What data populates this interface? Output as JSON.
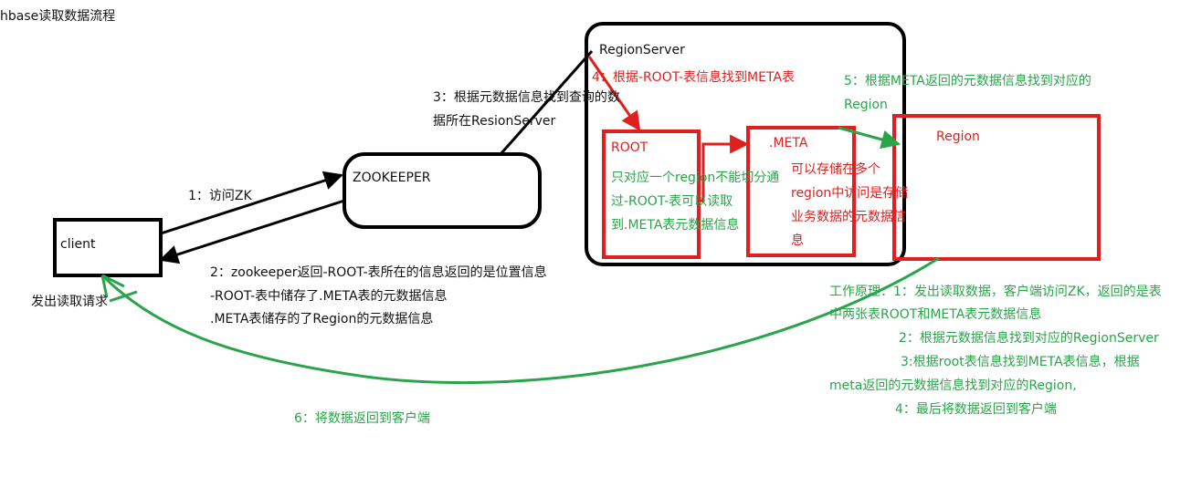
{
  "title": "hbase读取数据流程",
  "nodes": {
    "client": "client",
    "zookeeper": "ZOOKEEPER",
    "regionserver": "RegionServer",
    "root": "ROOT",
    "meta": ".META",
    "region": "Region"
  },
  "labels": {
    "client_request": "发出读取请求",
    "step1": "1：访问ZK",
    "step2_lines": [
      "2：zookeeper返回-ROOT-表所在的信息返回的是位置信息",
      "-ROOT-表中储存了.META表的元数据信息",
      ".META表储存的了Region的元数据信息"
    ],
    "step3_lines": [
      "3：根据元数据信息找到查询的数",
      "据所在ResionServer"
    ],
    "step4": "4：根据-ROOT-表信息找到META表",
    "step5_lines": [
      "5：根据META返回的元数据信息找到对应的",
      "Region"
    ],
    "root_desc_lines": [
      "只对应一个region不能切分通",
      "过-ROOT-表可以读取",
      "到.META表元数据信息"
    ],
    "meta_desc_lines": [
      "可以存储在多个",
      "region中访问是存储",
      "业务数据的元数据信",
      "息"
    ],
    "step6": "6：将数据返回到客户端",
    "principle_lines": [
      "工作原理：1：发出读取数据，客户端访问ZK，返回的是表",
      "中两张表ROOT和META表元数据信息",
      "2：根据元数据信息找到对应的RegionServer",
      "3:根据root表信息找到META表信息，根据",
      "meta返回的元数据信息找到对应的Region,",
      "4：最后将数据返回到客户端"
    ]
  },
  "colors": {
    "red": "#e02020",
    "green": "#2aa44a",
    "black": "#000000"
  }
}
